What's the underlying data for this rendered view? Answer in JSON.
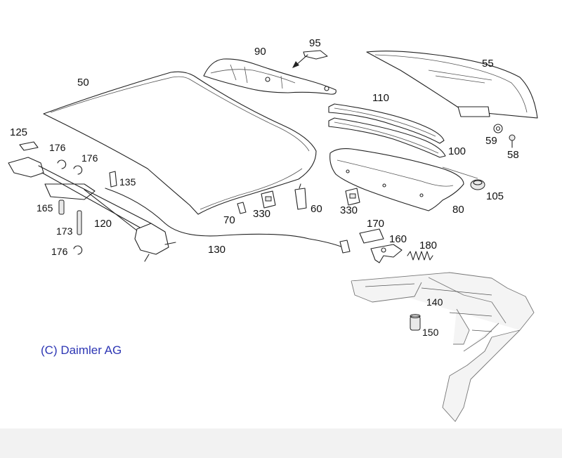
{
  "diagram": {
    "copyright": "(C) Daimler AG",
    "callouts": {
      "c50": "50",
      "c55": "55",
      "c58": "58",
      "c59": "59",
      "c60": "60",
      "c70": "70",
      "c80": "80",
      "c90": "90",
      "c95": "95",
      "c100": "100",
      "c105": "105",
      "c110": "110",
      "c120": "120",
      "c125": "125",
      "c130": "130",
      "c135": "135",
      "c140": "140",
      "c150": "150",
      "c160": "160",
      "c165": "165",
      "c170": "170",
      "c173": "173",
      "c176a": "176",
      "c176b": "176",
      "c176c": "176",
      "c180": "180",
      "c330a": "330",
      "c330b": "330"
    }
  }
}
